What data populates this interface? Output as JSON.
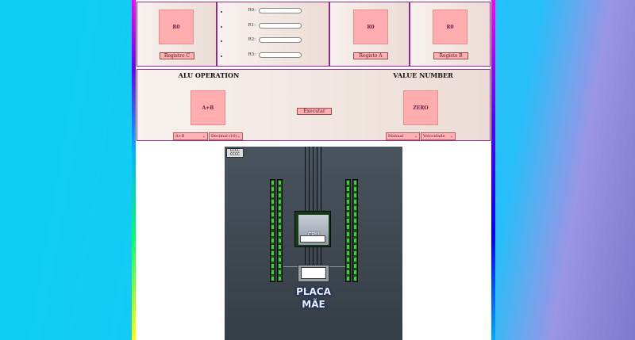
{
  "registers_top": {
    "register_c": {
      "value": "R0",
      "button": "Registro C"
    },
    "bank": [
      {
        "label": "R0:"
      },
      {
        "label": "R1:"
      },
      {
        "label": "R2:"
      },
      {
        "label": "R3:"
      }
    ],
    "register_a": {
      "value": "R0",
      "button": "Registo A"
    },
    "register_b": {
      "value": "R0",
      "button": "Registo B"
    }
  },
  "alu": {
    "heading": "ALU OPERATION",
    "operation_display": "A+B",
    "execute_button": "Executar",
    "operation_select": "A+B",
    "format_select": "Decimal (10)"
  },
  "value_number": {
    "heading": "VALUE NUMBER",
    "display": "ZERO",
    "mode_select": "Manual",
    "speed_select": "Velocidade"
  },
  "board": {
    "mini_chip_lines": [
      "CCCC",
      "CCCC"
    ],
    "cpu_label": "CPU",
    "title_line1": "PLACA",
    "title_line2": "MÃE"
  },
  "colors": {
    "register_box": "#ffadae",
    "panel_border": "#8a2a8a",
    "ram_led": "#3ad13a"
  }
}
